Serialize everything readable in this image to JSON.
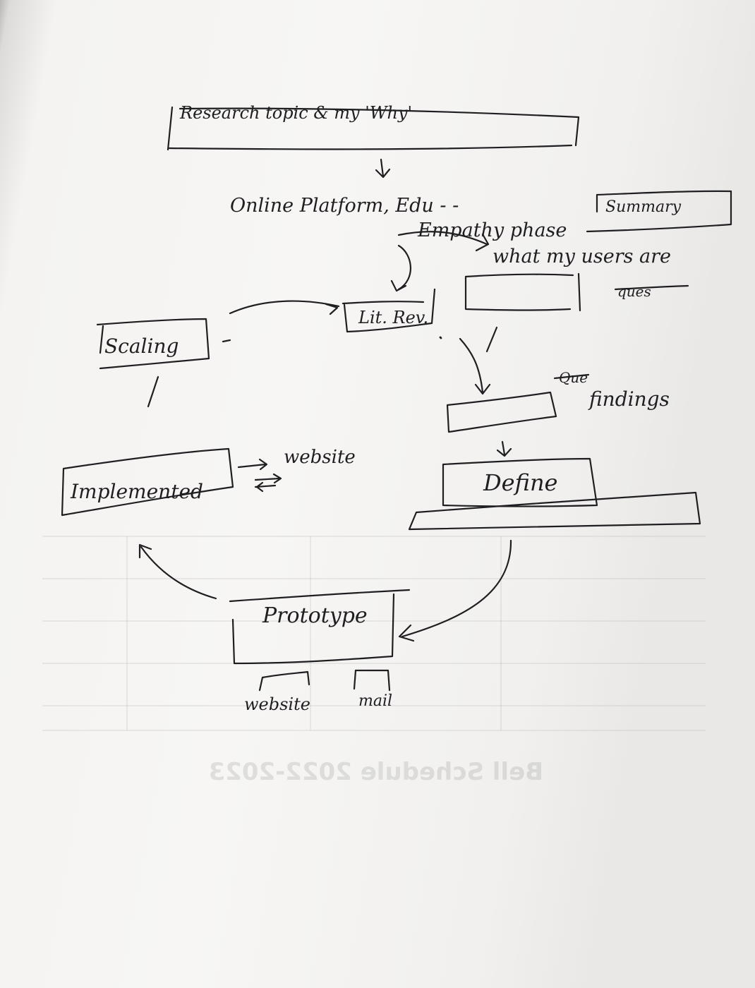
{
  "nodes": {
    "research_topic": "Research topic & my 'Why'",
    "online_platform": "Online Platform, Edu - -",
    "summary_box": "Summary",
    "empathy_phase": "Empathy phase",
    "what_my_users": "what my users are",
    "question_note": "ques",
    "lit_rev": "Lit. Rev.",
    "scaling": "Scaling",
    "findings_struck": "Que",
    "findings": "findings",
    "define": "Define",
    "implemented": "Implemented",
    "website_top": "website",
    "prototype": "Prototype",
    "website_bottom": "website",
    "mail": "mail"
  },
  "bleed_through": {
    "title": "Bell Schedule 2022-2023"
  }
}
